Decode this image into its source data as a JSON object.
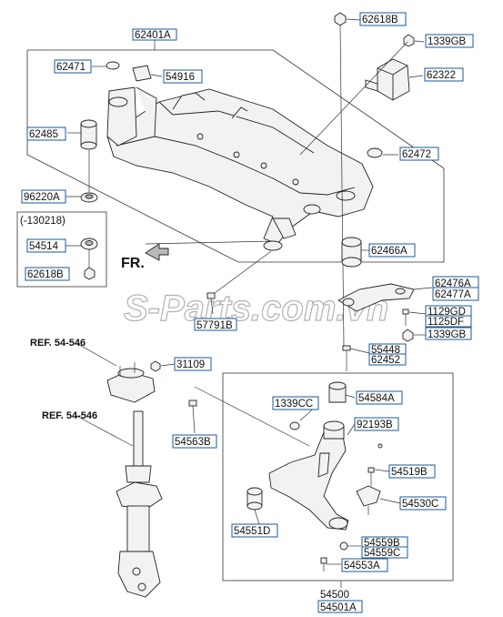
{
  "diagram": {
    "watermark": "S-Parts.com.vn",
    "direction_label": "FR.",
    "refs": [
      "REF. 54-546",
      "REF. 54-546"
    ],
    "variant_note": "(-130218)",
    "parts": {
      "p62401A": "62401A",
      "p62618B_top": "62618B",
      "p1339GB": "1339GB",
      "p62471": "62471",
      "p54916": "54916",
      "p62322": "62322",
      "p62485": "62485",
      "p62472": "62472",
      "p96220A": "96220A",
      "p54514": "54514",
      "p62618B_low": "62618B",
      "p62466A": "62466A",
      "p62476A": "62476A",
      "p62477A": "62477A",
      "p1129GD": "1129GD",
      "p1125DF": "1125DF",
      "p1339GB_low": "1339GB",
      "p57791B": "57791B",
      "p55448": "55448",
      "p62452": "62452",
      "p31109": "31109",
      "p1339CC": "1339CC",
      "p54584A": "54584A",
      "p54563B": "54563B",
      "p92193B": "92193B",
      "p54519B": "54519B",
      "p54530C": "54530C",
      "p54551D": "54551D",
      "p54559B": "54559B",
      "p54559C": "54559C",
      "p54553A": "54553A",
      "p54500": "54500",
      "p54501A": "54501A"
    }
  }
}
